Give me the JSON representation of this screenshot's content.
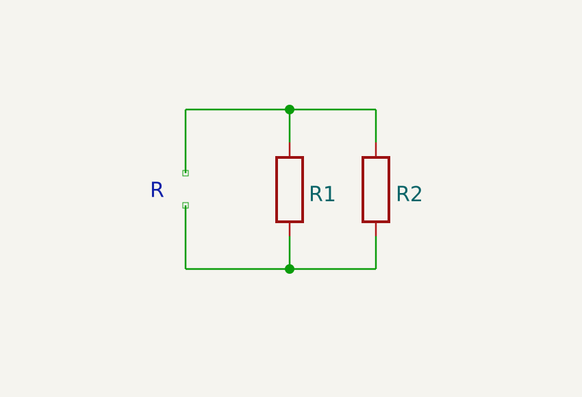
{
  "diagram": {
    "port_label": "R",
    "components": [
      {
        "ref": "R1"
      },
      {
        "ref": "R2"
      }
    ]
  },
  "colors": {
    "background": "#f5f4ef",
    "wire": "#0a9c0a",
    "junction": "#0a9c0a",
    "resistor_body": "#9c1212",
    "pin": "#b01a1a",
    "port_label": "#1020a8",
    "ref_label": "#0a6468",
    "port_terminal": "#0a9c0a"
  }
}
